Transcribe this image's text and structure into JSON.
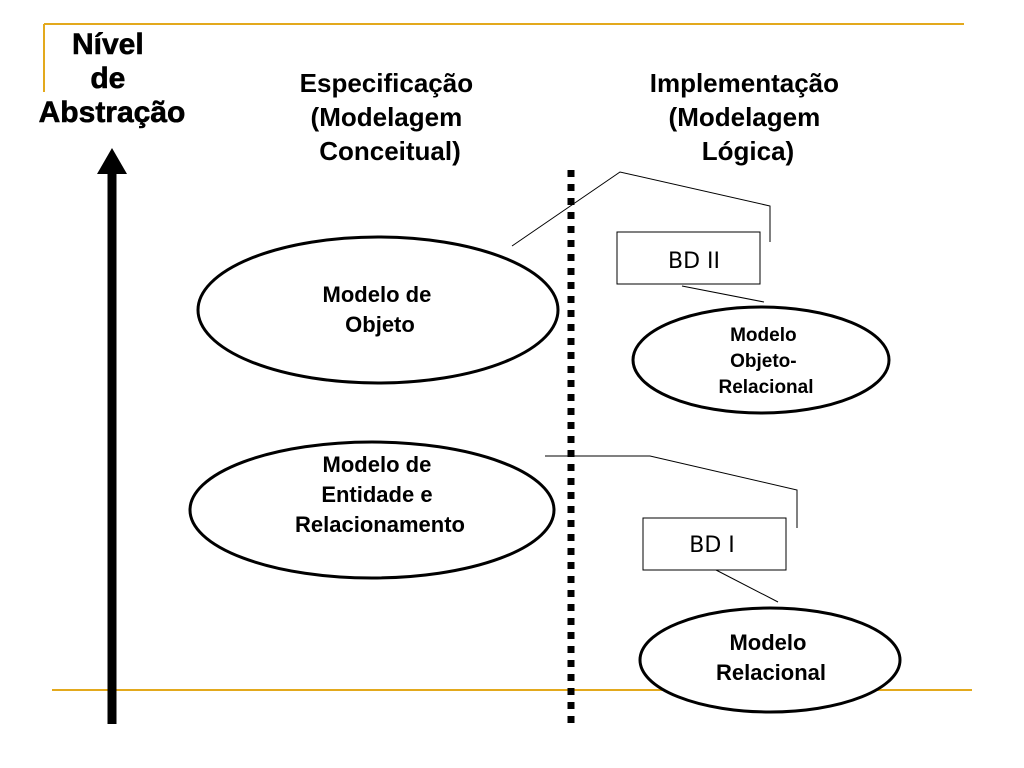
{
  "colors": {
    "accent_line": "#e3a91d",
    "ink": "#000000"
  },
  "axis": {
    "title_lines": [
      "Nível",
      "de",
      "Abstração"
    ]
  },
  "columns": {
    "specification": [
      "Especificação",
      "(Modelagem",
      "Conceitual)"
    ],
    "implementation": [
      "Implementação",
      "(Modelagem",
      "Lógica)"
    ]
  },
  "models": {
    "object": [
      "Modelo de",
      "Objeto"
    ],
    "entity_relationship": [
      "Modelo de",
      "Entidade e",
      "Relacionamento"
    ],
    "object_relational": [
      "Modelo",
      "Objeto-",
      "Relacional"
    ],
    "relational": [
      "Modelo",
      "Relacional"
    ]
  },
  "courses": {
    "bd2": "BD II",
    "bd1": "BD I"
  }
}
